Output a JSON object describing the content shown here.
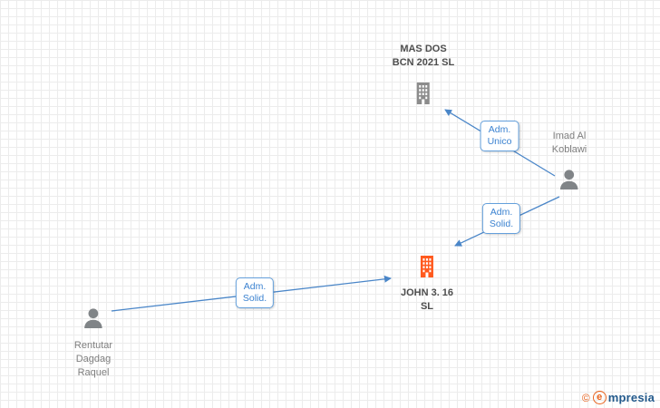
{
  "diagram": {
    "nodes": {
      "mas_dos": {
        "name_line1": "MAS DOS",
        "name_line2": "BCN 2021  SL",
        "type": "company",
        "color": "#8c8c8c"
      },
      "imad": {
        "name_line1": "Imad Al",
        "name_line2": "Koblawi",
        "type": "person",
        "color": "#808487"
      },
      "john": {
        "name_line1": "JOHN 3. 16",
        "name_line2": "SL",
        "type": "company",
        "color": "#ff5a1e"
      },
      "rentutar": {
        "name_line1": "Rentutar",
        "name_line2": "Dagdag",
        "name_line3": "Raquel",
        "type": "person",
        "color": "#808487"
      }
    },
    "edges": [
      {
        "from": "imad",
        "to": "mas_dos",
        "label_line1": "Adm.",
        "label_line2": "Unico"
      },
      {
        "from": "imad",
        "to": "john",
        "label_line1": "Adm.",
        "label_line2": "Solid."
      },
      {
        "from": "rentutar",
        "to": "john",
        "label_line1": "Adm.",
        "label_line2": "Solid."
      }
    ],
    "edge_color": "#4a86c8"
  },
  "footer": {
    "copyright_symbol": "©",
    "brand_first_letter": "e",
    "brand_rest": "mpresia"
  }
}
